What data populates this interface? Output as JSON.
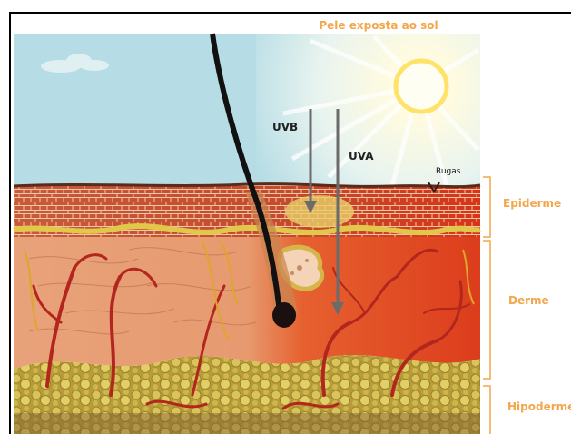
{
  "title": "Pele exposta ao sol",
  "rays": {
    "uvb": "UVB",
    "uva": "UVA"
  },
  "annotation": {
    "wrinkles": "Rugas"
  },
  "layers": [
    {
      "key": "epidermis",
      "label": "Epiderme"
    },
    {
      "key": "dermis",
      "label": "Derme"
    },
    {
      "key": "hypodermis",
      "label": "Hipoderme"
    }
  ],
  "colors": {
    "label_orange": "#f3a64a",
    "sky": "#b6dde6",
    "epidermis": "#c24a2a",
    "dermis": "#e9a27a",
    "dermis_exposed": "#e24a25",
    "hypodermis": "#c8b24a",
    "vessel": "#b3261e",
    "arrow": "#6b6b6b"
  }
}
